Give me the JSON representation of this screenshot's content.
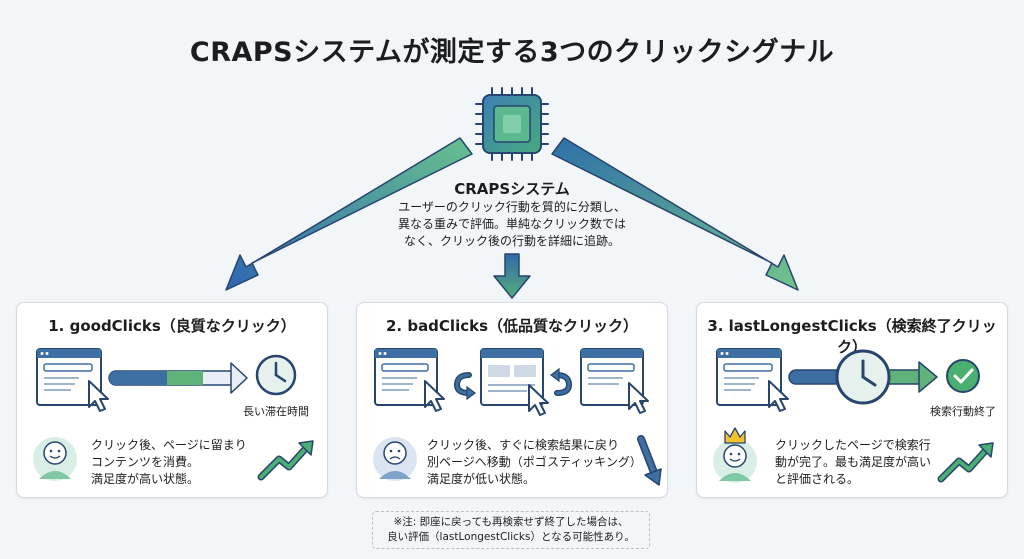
{
  "title": "CRAPSシステムが測定する3つのクリックシグナル",
  "center": {
    "name": "CRAPSシステム",
    "description": "ユーザーのクリック行動を質的に分類し、\n異なる重みで評価。単純なクリック数では\nなく、クリック後の行動を詳細に追跡。"
  },
  "cards": [
    {
      "title": "1. goodClicks（良質なクリック）",
      "flow_label": "長い滞在時間",
      "description": "クリック後、ページに留まり\nコンテンツを消費。\n満足度が高い状態。"
    },
    {
      "title": "2. badClicks（低品質なクリック）",
      "description": "クリック後、すぐに検索結果に戻り\n別ページへ移動（ポゴスティッキング）\n満足度が低い状態。"
    },
    {
      "title": "3. lastLongestClicks（検索終了クリック）",
      "flow_label": "検索行動終了",
      "description": "クリックしたページで検索行\n動が完了。最も満足度が高い\nと評価される。"
    }
  ],
  "note": "※注: 即座に戻っても再検索せず終了した場合は、\n良い評価（lastLongestClicks）となる可能性あり。",
  "colors": {
    "arrow_blue": "#3c6fb0",
    "arrow_green": "#5fb37a",
    "chip": "#2f8a7a",
    "trend_green": "#2e8b57",
    "trend_down": "#3e6fa3"
  }
}
